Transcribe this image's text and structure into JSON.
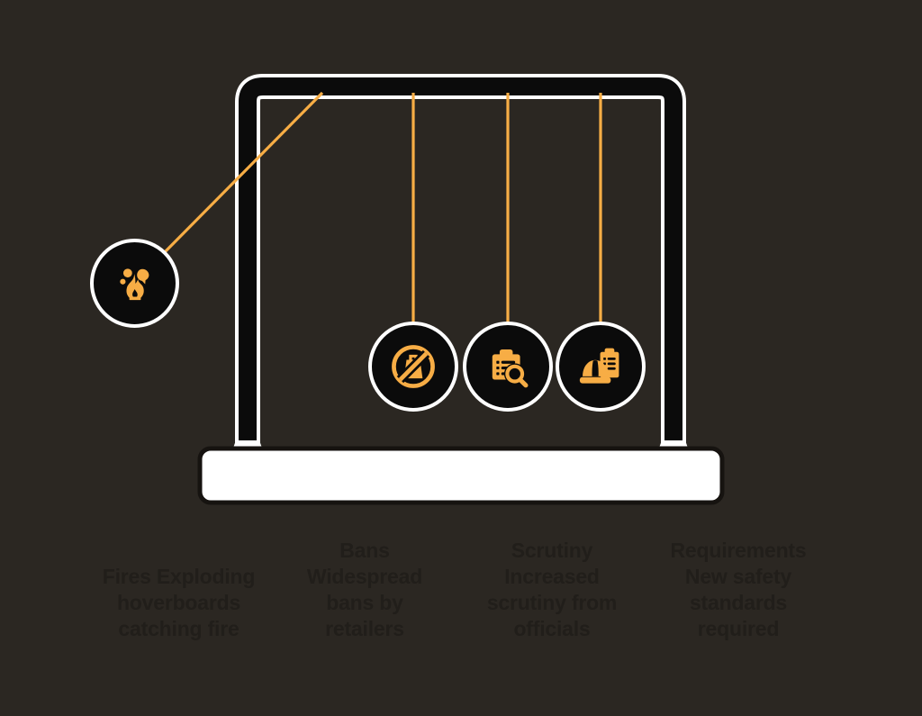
{
  "theme": {
    "background": "#2b2722",
    "accent": "#f7ad45",
    "ball_fill": "#0b0b0b",
    "ball_stroke": "#ffffff",
    "frame_fill": "#0b0b0b",
    "frame_stroke": "#ffffff",
    "base_fill": "#ffffff",
    "base_stroke": "#161310",
    "caption_color": "#211e1a"
  },
  "diagram": {
    "type": "newtons-cradle",
    "base_label": "",
    "pendulums": [
      {
        "id": "fires",
        "icon": "fire-icon",
        "state": "swinging",
        "title": "Fires",
        "description": "Exploding hoverboards catching fire",
        "caption_line1": "Fires Exploding",
        "caption_line2": "hoverboards",
        "caption_line3": "catching fire"
      },
      {
        "id": "bans",
        "icon": "no-bag-icon",
        "state": "resting",
        "title": "Bans",
        "description": "Widespread bans by retailers",
        "caption_line1": "Bans",
        "caption_line2": "Widespread",
        "caption_line3": "bans by",
        "caption_line4": "retailers"
      },
      {
        "id": "scrutiny",
        "icon": "clipboard-search-icon",
        "state": "resting",
        "title": "Scrutiny",
        "description": "Increased scrutiny from officials",
        "caption_line1": "Scrutiny",
        "caption_line2": "Increased",
        "caption_line3": "scrutiny from",
        "caption_line4": "officials"
      },
      {
        "id": "requirements",
        "icon": "hardhat-clipboard-icon",
        "state": "resting",
        "title": "Requirements",
        "description": "New safety standards required",
        "caption_line1": "Requirements",
        "caption_line2": "New safety",
        "caption_line3": "standards",
        "caption_line4": "required"
      }
    ]
  }
}
